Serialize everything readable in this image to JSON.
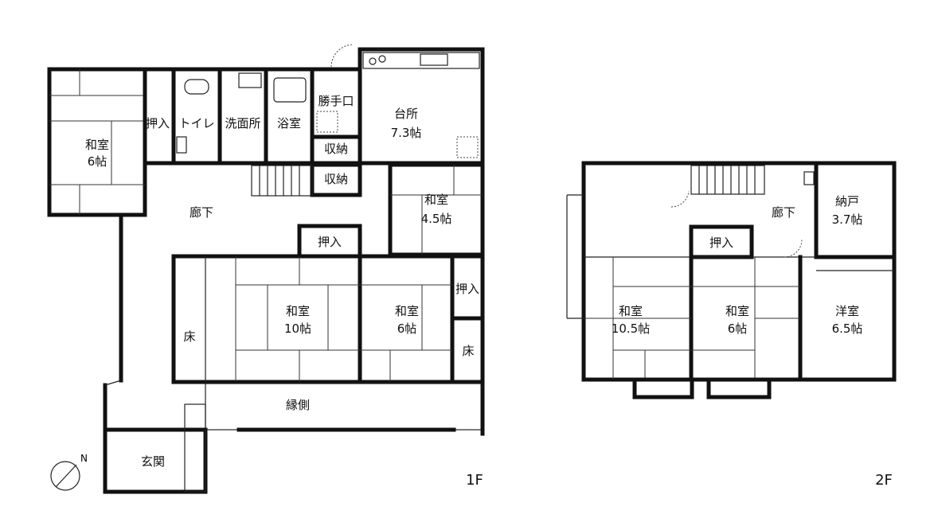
{
  "floor1": {
    "label": "1F",
    "rooms": {
      "washitsu_west_name": "和室",
      "washitsu_west_size": "6帖",
      "oshiire_west": "押入",
      "toilet": "トイレ",
      "senmenjo": "洗面所",
      "yokushitsu": "浴室",
      "kattekuchi": "勝手口",
      "shuno_1": "収納",
      "shuno_2": "収納",
      "daidokoro_name": "台所",
      "daidokoro_size": "7.3帖",
      "roka": "廊下",
      "washitsu_45_name": "和室",
      "washitsu_45_size": "4.5帖",
      "oshiire_mid": "押入",
      "oshiire_east": "押入",
      "washitsu_10_name": "和室",
      "washitsu_10_size": "10帖",
      "washitsu_6_name": "和室",
      "washitsu_6_size": "6帖",
      "toko_1": "床",
      "toko_2": "床",
      "engawa": "縁側",
      "genkan": "玄関"
    }
  },
  "floor2": {
    "label": "2F",
    "rooms": {
      "roka": "廊下",
      "nando_name": "納戸",
      "nando_size": "3.7帖",
      "oshiire": "押入",
      "washitsu_105_name": "和室",
      "washitsu_105_size": "10.5帖",
      "washitsu_6_name": "和室",
      "washitsu_6_size": "6帖",
      "yoshitsu_name": "洋室",
      "yoshitsu_size": "6.5帖"
    }
  },
  "north_symbol": "N"
}
